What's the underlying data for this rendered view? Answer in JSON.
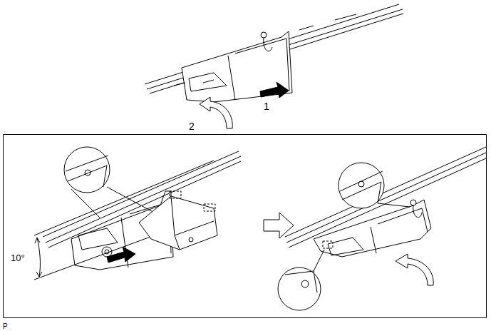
{
  "diagram": {
    "labels": [
      "1",
      "2",
      "10°",
      "P"
    ]
  }
}
